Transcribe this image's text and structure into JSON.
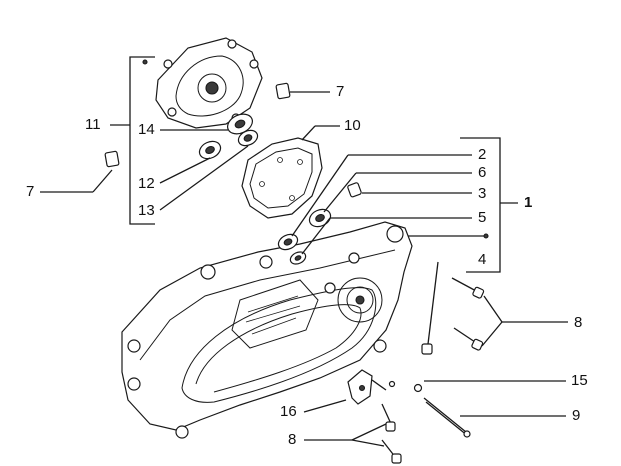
{
  "diagram": {
    "callouts": {
      "c1": "1",
      "c2": "2",
      "c3": "3",
      "c4": "4",
      "c5": "5",
      "c6": "6",
      "c7_top": "7",
      "c7_left": "7",
      "c8_right": "8",
      "c8_bottom": "8",
      "c9": "9",
      "c10": "10",
      "c11": "11",
      "c12": "12",
      "c13": "13",
      "c14": "14",
      "c15": "15",
      "c16": "16"
    },
    "parts": {
      "main_cover": "transmission-cover",
      "inner_cover": "inner-cover",
      "gasket": "cover-gasket",
      "bearing_large": "bearing",
      "bearing_small": "bearing",
      "bushing": "dowel-bushing",
      "screw": "screw",
      "stud": "stud",
      "bracket": "bracket",
      "washer": "washer"
    }
  }
}
